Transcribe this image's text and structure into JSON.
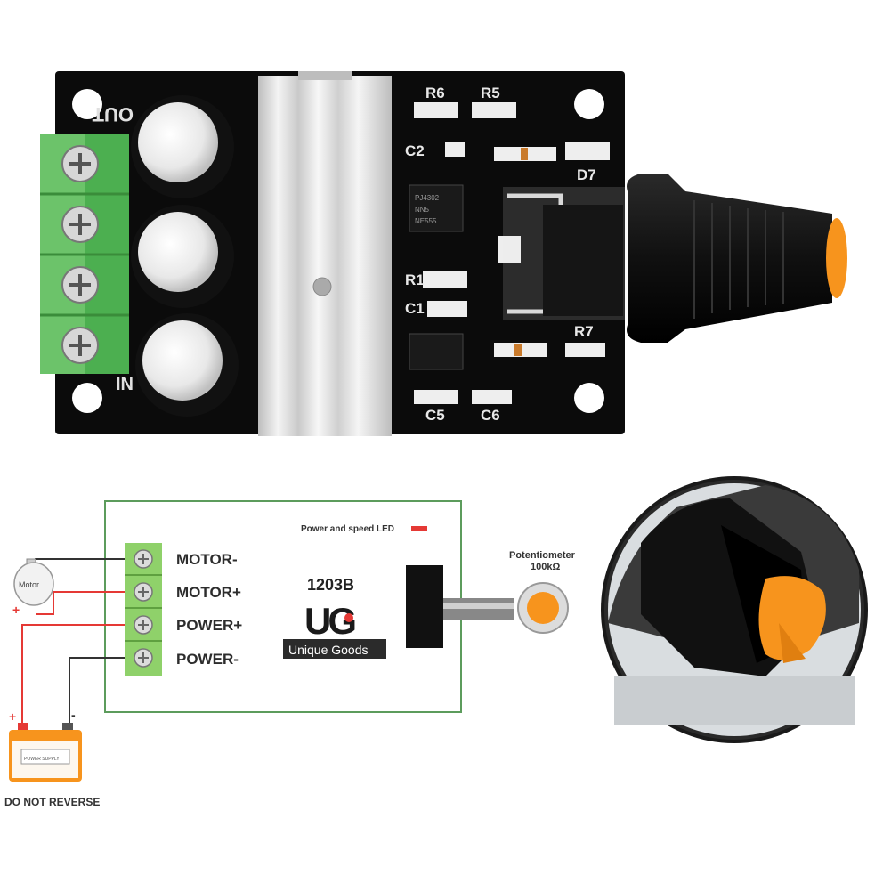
{
  "board": {
    "top_labels": [
      "R6",
      "R5",
      "C2",
      "D7",
      "R1",
      "C1",
      "R7",
      "C5",
      "C6"
    ],
    "out_label": "OUT",
    "in_label": "IN",
    "chip_text": [
      "PJ4302",
      "NN5",
      "NE555"
    ]
  },
  "diagram": {
    "led_caption": "Power and speed LED",
    "model": "1203B",
    "logo_text": "UG",
    "brand": "Unique Goods",
    "terminals": [
      "MOTOR-",
      "MOTOR+",
      "POWER+",
      "POWER-"
    ],
    "motor_label": "Motor",
    "battery_label": "POWER SUPPLY",
    "warning": "DO NOT REVERSE",
    "pot_title": "Potentiometer",
    "pot_value": "100kΩ",
    "plus_sign": "+",
    "minus_sign": "-"
  },
  "colors": {
    "pcb": "#0b0b0b",
    "terminal_green": "#5fbf5a",
    "knob_orange": "#f7941d",
    "wire_red": "#e53935",
    "heatsink": "#d9d9d9"
  }
}
